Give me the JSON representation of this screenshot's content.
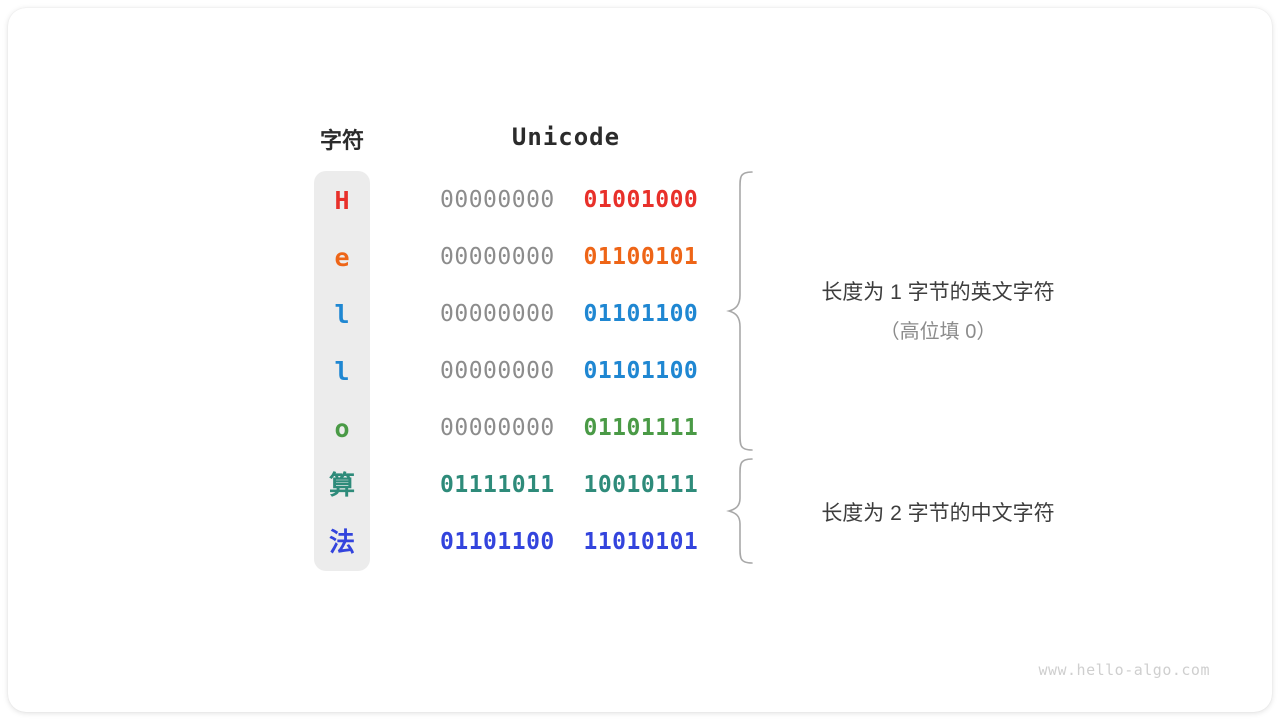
{
  "watermark": "www.hello-algo.com",
  "headers": {
    "char": "字符",
    "unicode": "Unicode"
  },
  "colors": {
    "background": "#ffffff",
    "card": "#ffffff",
    "panel": "#ececec",
    "leading_zero_gray": "#8c8c8c",
    "brace_gray": "#a8a8a8",
    "annotation_text": "#3d3d3d",
    "annotation_sub": "#8c8c8c",
    "header_text": "#2b2b2b",
    "watermark": "#cfcfcf"
  },
  "rows": [
    {
      "char": "H",
      "color": "#e8302a",
      "high_byte": "00000000",
      "low_byte": "01001000",
      "high_significant": false,
      "cjk": false
    },
    {
      "char": "e",
      "color": "#ee6517",
      "high_byte": "00000000",
      "low_byte": "01100101",
      "high_significant": false,
      "cjk": false
    },
    {
      "char": "l",
      "color": "#1f87d2",
      "high_byte": "00000000",
      "low_byte": "01101100",
      "high_significant": false,
      "cjk": false
    },
    {
      "char": "l",
      "color": "#1f87d2",
      "high_byte": "00000000",
      "low_byte": "01101100",
      "high_significant": false,
      "cjk": false
    },
    {
      "char": "o",
      "color": "#4a9a46",
      "high_byte": "00000000",
      "low_byte": "01101111",
      "high_significant": false,
      "cjk": false
    },
    {
      "char": "算",
      "color": "#2e8b7a",
      "high_byte": "01111011",
      "low_byte": "10010111",
      "high_significant": true,
      "cjk": true
    },
    {
      "char": "法",
      "color": "#3344dd",
      "high_byte": "01101100",
      "low_byte": "11010101",
      "high_significant": true,
      "cjk": true
    }
  ],
  "annotations": [
    {
      "line1": "长度为 1 字节的英文字符",
      "line2": "（高位填 0）"
    },
    {
      "line1": "长度为 2 字节的中文字符",
      "line2": ""
    }
  ]
}
